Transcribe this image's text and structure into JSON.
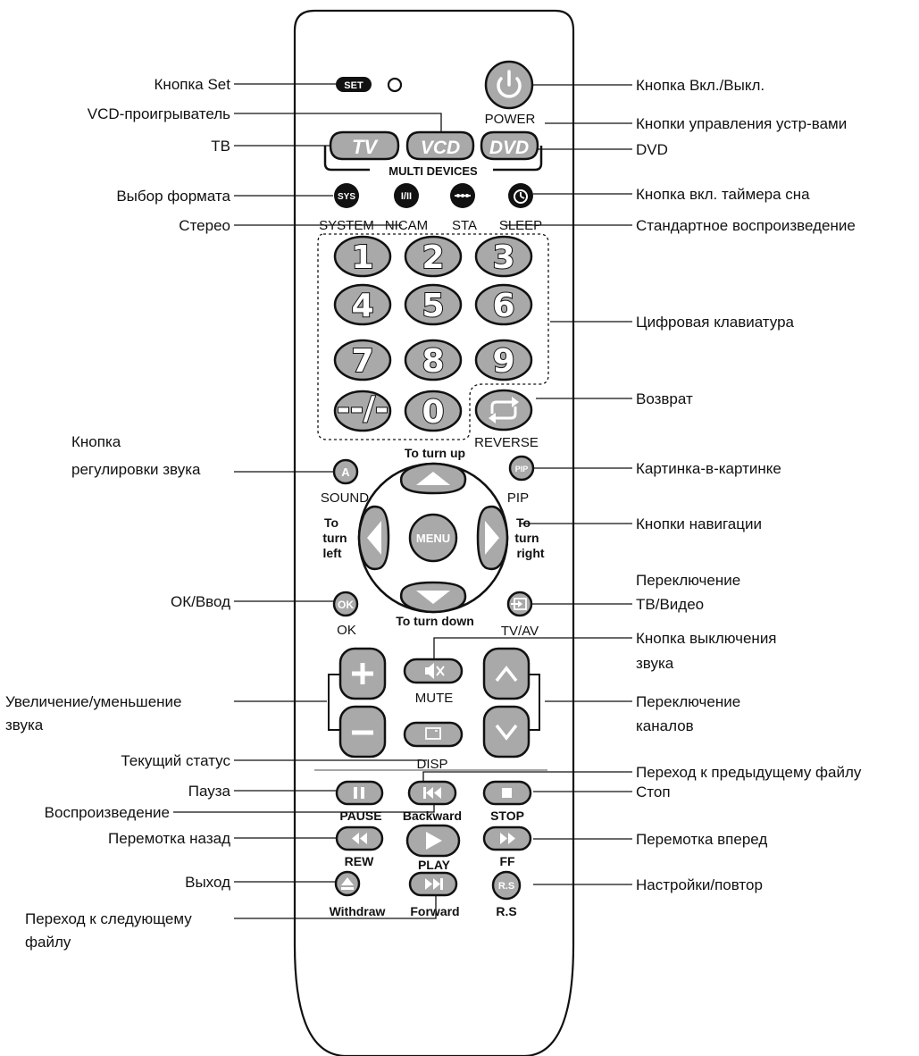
{
  "callouts": {
    "set": "Кнопка Set",
    "vcd_player": "VCD-проигрыватель",
    "tv": "ТВ",
    "format": "Выбор формата",
    "stereo": "Стерео",
    "sound_adjust_1": "Кнопка",
    "sound_adjust_2": "регулировки звука",
    "ok_enter": "ОК/Ввод",
    "volume_1": "Увеличение/уменьшение",
    "volume_2": "звука",
    "status": "Текущий статус",
    "pause": "Пауза",
    "play": "Воспроизведение",
    "rewind": "Перемотка назад",
    "exit": "Выход",
    "next_file_1": "Переход к следующему",
    "next_file_2": "файлу",
    "power": "Кнопка Вкл./Выкл.",
    "device_control": "Кнопки управления устр-вами",
    "dvd": "DVD",
    "sleep_timer": "Кнопка вкл. таймера сна",
    "standard_play": "Стандартное воспроизведение",
    "keypad": "Цифровая клавиатура",
    "return": "Возврат",
    "pip": "Картинка-в-картинке",
    "navigation": "Кнопки навигации",
    "tv_video_1": "Переключение",
    "tv_video_2": "ТВ/Видео",
    "mute_1": "Кнопка выключения",
    "mute_2": "звука",
    "channels_1": "Переключение",
    "channels_2": "каналов",
    "prev_file": "Переход к предыдущему файлу",
    "stop": "Стоп",
    "fast_forward": "Перемотка вперед",
    "settings_repeat": "Настройки/повтор"
  },
  "remote": {
    "set": "SET",
    "power": "POWER",
    "tv": "TV",
    "vcd": "VCD",
    "dvd": "DVD",
    "multi_devices": "MULTI DEVICES",
    "sys": "SYS",
    "nicam_btn": "I/II",
    "system": "SYSTEM",
    "nicam": "NICAM",
    "sta": "STA",
    "sleep": "SLEEP",
    "digits": [
      "1",
      "2",
      "3",
      "4",
      "5",
      "6",
      "7",
      "8",
      "9",
      "--/-",
      "0"
    ],
    "reverse": "REVERSE",
    "sound_btn": "A",
    "sound": "SOUND",
    "turn_up": "To turn up",
    "pip_btn": "PIP",
    "pip": "PIP",
    "turn_left_1": "To",
    "turn_left_2": "turn",
    "turn_left_3": "left",
    "menu": "MENU",
    "turn_right_1": "To",
    "turn_right_2": "turn",
    "turn_right_3": "right",
    "ok_btn": "OK",
    "ok": "OK",
    "turn_down": "To turn down",
    "tvav": "TV/AV",
    "mute": "MUTE",
    "disp": "DISP",
    "pause": "PAUSE",
    "backward": "Backward",
    "stop": "STOP",
    "rew": "REW",
    "play": "PLAY",
    "ff": "FF",
    "rs_btn": "R.S",
    "withdraw": "Withdraw",
    "forward": "Forward",
    "rs": "R.S"
  },
  "colors": {
    "button": "#a9a9a9",
    "outline": "#111111"
  }
}
